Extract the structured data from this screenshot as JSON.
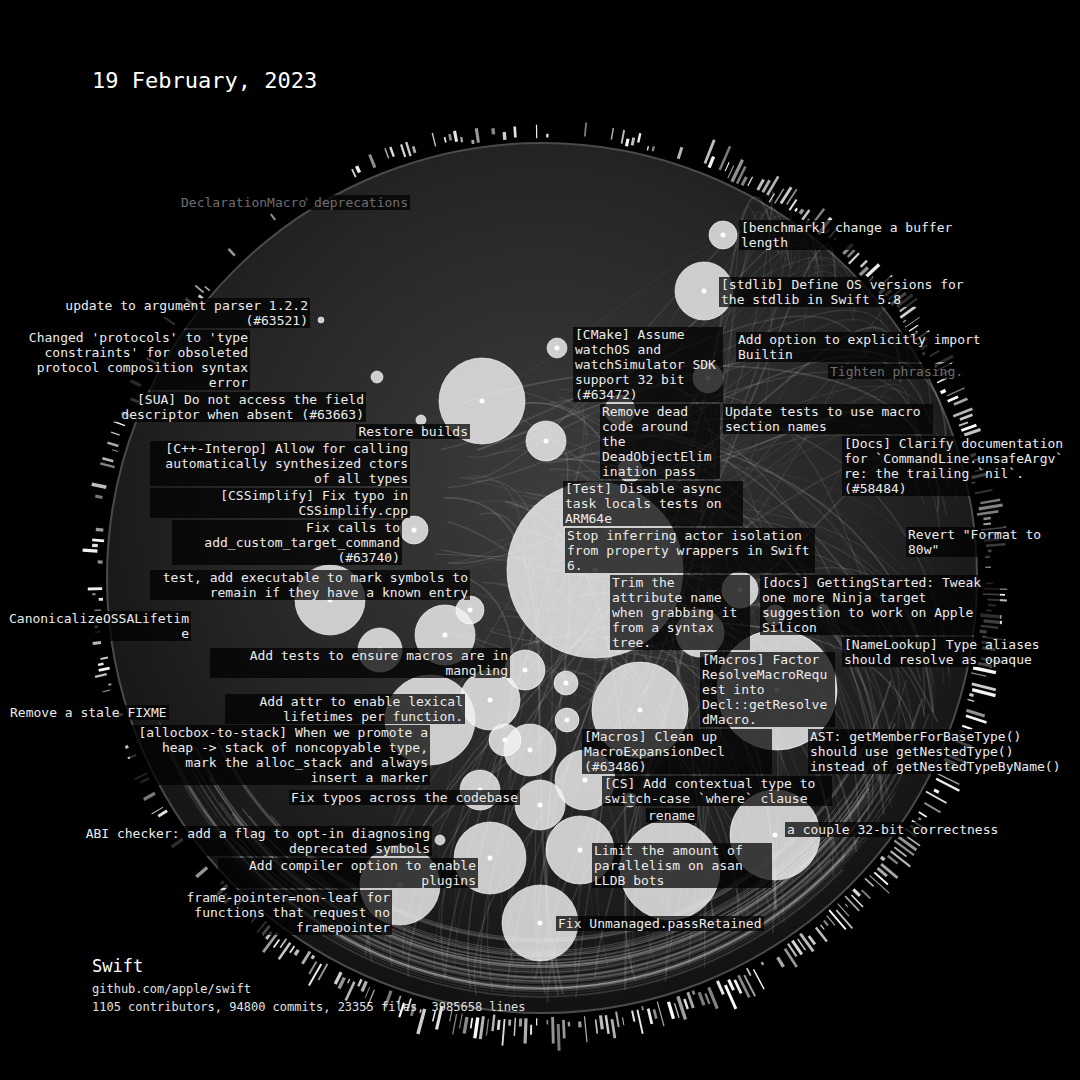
{
  "diagram": {
    "title": "19 February, 2023",
    "caption": "Swift",
    "labels": [
      "[benchmark] change a buffer length",
      "[stdlib] Define OS versions for the stdlib in Swift 5.8",
      "update to argument parser 1.2.2 (#63521)",
      "Changed 'protocols' to 'type constraints' for obsoleted protocol composition syntax error",
      "[CMake] Assume watchOS and watchSimulator SDK support 32 bit (#63472)",
      "Add option to explicitly import Builtin",
      "Tighten phrasing.",
      "[SUA] Do not access the field descriptor when absent (#63663)",
      "Update tests to use macro section names",
      "Restore builds",
      "[C++-Interop] Allow for calling automatically synthesized ctors of all types",
      "Remove dead code around the DeadObjectElimination pass",
      "[Docs] Clarify documentation for `CommandLine.unsafeArgv` re: the trailing `nil`. (#58484)",
      "[Test] Disable async task locals tests on ARM64e",
      "[CSSimplify] Fix typo in CSSimplify.cpp",
      "Stop inferring actor isolation from property wrappers in Swift 6.",
      "Fix calls to add_custom_target_command (#63740)",
      "Revert \"Format to 80w\"",
      "Trim the attribute name when grabbing it from a syntax tree.",
      "[docs] GettingStarted: Tweak one more Ninja target suggestion to work on Apple Silicon",
      "test, add executable to mark symbols to remain if they have a known entry",
      "[NameLookup] Type aliases should resolve as opaque",
      "CanonicalizeOSSALifetime",
      "[Macros] Factor ResolveMacroRequest into Decl::getResolvedMacro.",
      "Add tests to ensure macros are in mangling",
      "[Macros] Clean up MacroExpansionDecl (#63486)",
      "AST: getMemberForBaseType() should use getNestedType() instead of getNestedTypeByName()",
      "Add attr to enable lexical lifetimes per function.",
      "Remove a stale FIXME",
      "[allocbox-to-stack] When we promote a heap -> stack of noncopyable type, mark the alloc_stack and always insert a marker",
      "[CS] Add contextual type to switch-case `where` clause",
      "rename",
      "Fix typos across the codebase",
      "a couple 32-bit correctness",
      "ABI checker: add a flag to opt-in diagnosing deprecated symbols",
      "Limit the amount of parallelism on asan LLDB bots",
      "Add compiler option to enable plugins",
      "frame-pointer=non-leaf for functions that request no framepointer",
      "Fix Unmanaged.passRetained",
      "DeclarationMacro deprecations",
      "github.com/apple/swift",
      "1105 contributors, 94800 commits, 23355 files, 3985658 lines"
    ]
  }
}
